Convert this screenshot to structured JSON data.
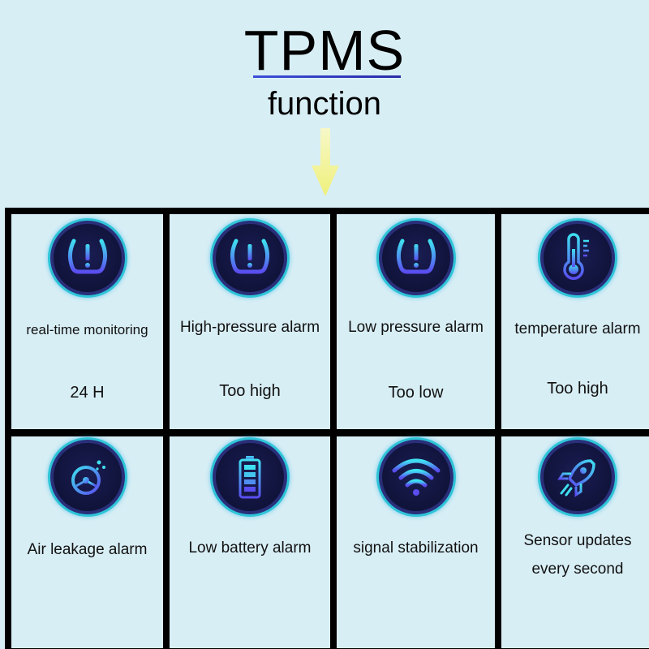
{
  "header": {
    "title": "TPMS",
    "subtitle": "function"
  },
  "colors": {
    "background": "#d8eef5",
    "grid_border": "#000000",
    "icon_ring": "#2fc4d8",
    "icon_fill": "#10133a",
    "arrow": "#f2f5a0"
  },
  "features": [
    {
      "icon": "tire-pressure-warning-icon",
      "label": "real-time monitoring",
      "detail": "24 H"
    },
    {
      "icon": "tire-pressure-warning-icon",
      "label": "High-pressure alarm",
      "detail": "Too high"
    },
    {
      "icon": "tire-pressure-warning-icon",
      "label": "Low pressure alarm",
      "detail": "Too low"
    },
    {
      "icon": "thermometer-icon",
      "label": "temperature alarm",
      "detail": "Too high"
    },
    {
      "icon": "tire-leak-icon",
      "label": "Air leakage alarm"
    },
    {
      "icon": "battery-icon",
      "label": "Low battery alarm"
    },
    {
      "icon": "wifi-signal-icon",
      "label": "signal stabilization"
    },
    {
      "icon": "rocket-icon",
      "label": "Sensor updates",
      "label_line2": "every second"
    }
  ]
}
